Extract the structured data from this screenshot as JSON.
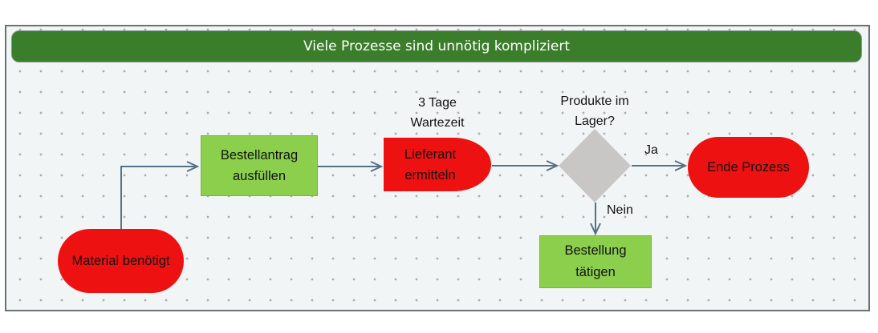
{
  "header": {
    "title": "Viele Prozesse sind unnötig kompliziert"
  },
  "nodes": {
    "start": {
      "label": "Material benötigt",
      "shape": "stadium",
      "color": "red"
    },
    "fill_form": {
      "lines": [
        "Bestellantrag",
        "ausfüllen"
      ],
      "shape": "rectangle",
      "color": "green"
    },
    "find_supplier": {
      "lines": [
        "Lieferant",
        "ermitteln"
      ],
      "shape": "delay",
      "color": "red"
    },
    "decision": {
      "shape": "diamond",
      "color": "gray"
    },
    "place_order": {
      "lines": [
        "Bestellung",
        "tätigen"
      ],
      "shape": "rectangle",
      "color": "green"
    },
    "end": {
      "label": "Ende Prozess",
      "shape": "stadium",
      "color": "red"
    }
  },
  "annotations": {
    "wait": {
      "lines": [
        "3 Tage",
        "Wartezeit"
      ]
    },
    "question": {
      "lines": [
        "Produkte im",
        "Lager?"
      ]
    }
  },
  "edge_labels": {
    "yes": "Ja",
    "no": "Nein"
  },
  "colors": {
    "header-bg": "#3a7d2a",
    "title-color": "#ffffff",
    "node-red": "#ee1111",
    "node-green": "#8ccf4c",
    "node-green-border": "#79b63a",
    "diamond-gray": "#c9c6c6",
    "arrow": "#537189",
    "canvas-bg": "#f2f5f6",
    "canvas-border": "#6e7173",
    "dot": "#aaacae",
    "text": "#121212"
  }
}
